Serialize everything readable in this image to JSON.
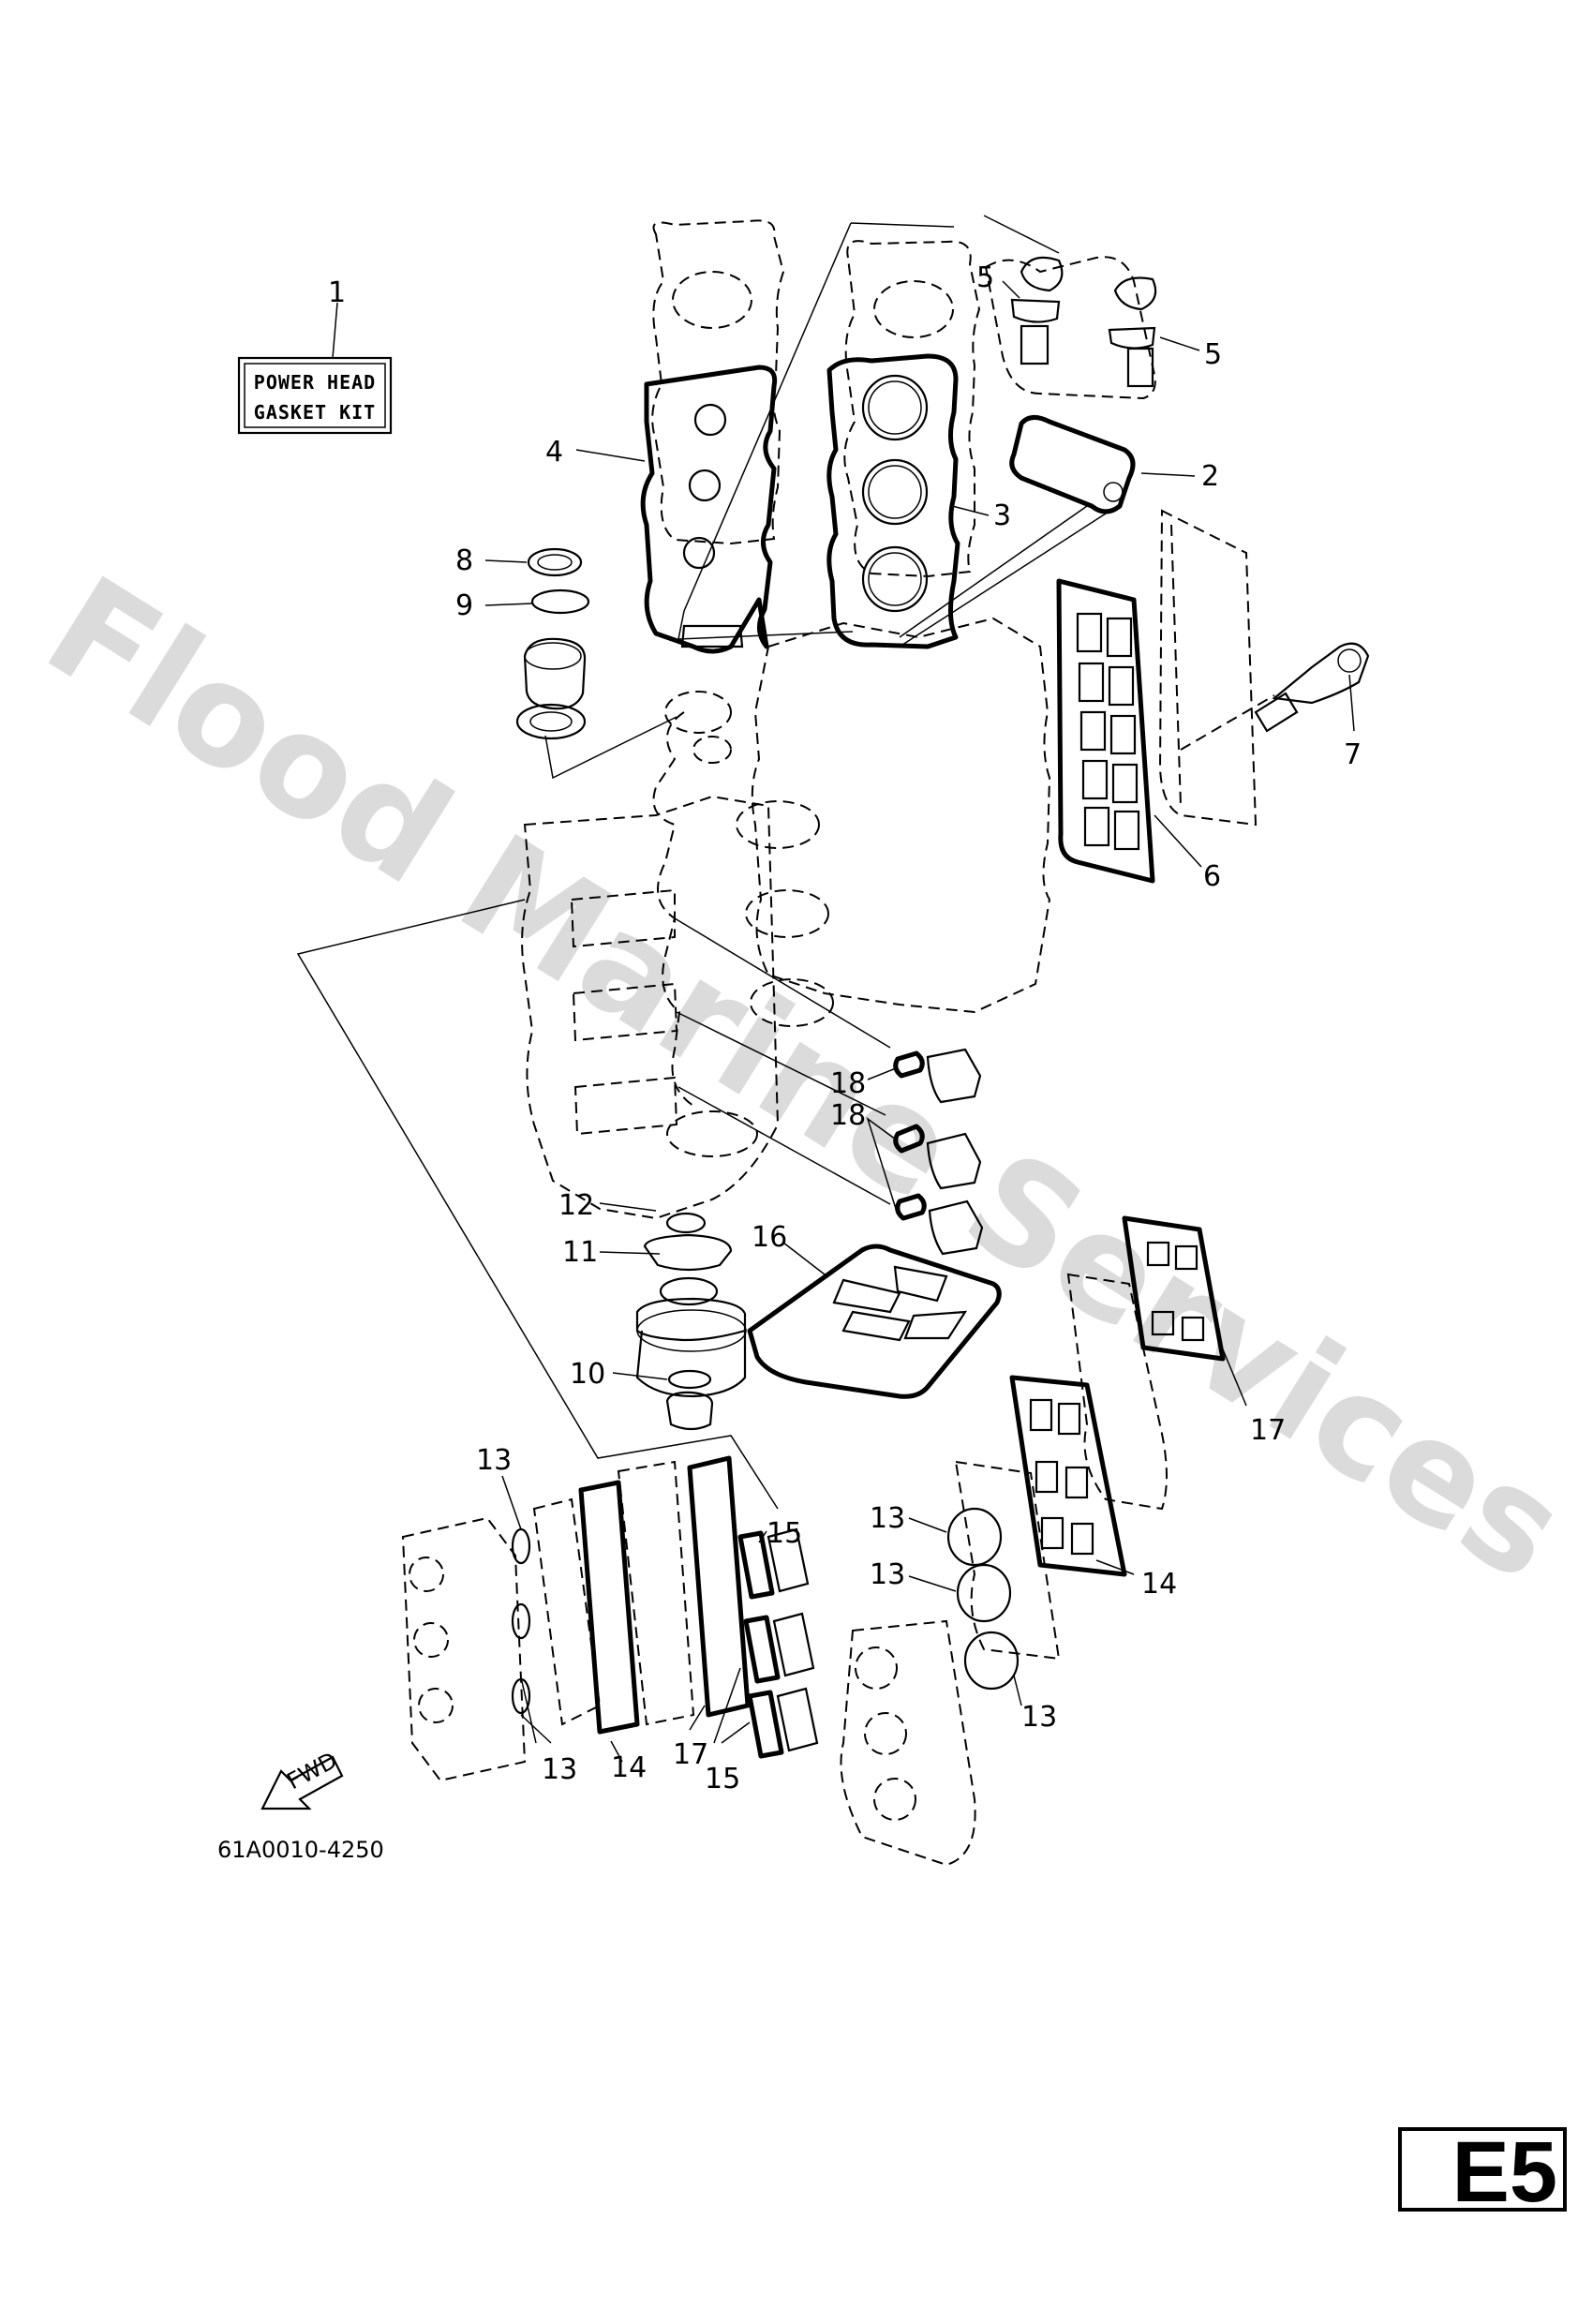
{
  "kit_label": {
    "line1": "POWER HEAD",
    "line2": "GASKET KIT"
  },
  "callouts": [
    "1",
    "2",
    "3",
    "4",
    "5",
    "5",
    "6",
    "7",
    "8",
    "9",
    "10",
    "11",
    "12",
    "13",
    "13",
    "13",
    "13",
    "13",
    "14",
    "14",
    "15",
    "15",
    "16",
    "17",
    "17",
    "18",
    "18"
  ],
  "fwd_label": "FWD",
  "drawing_code": "61A0010-4250",
  "page_number": "E5",
  "watermark": "Flood Marine Services"
}
